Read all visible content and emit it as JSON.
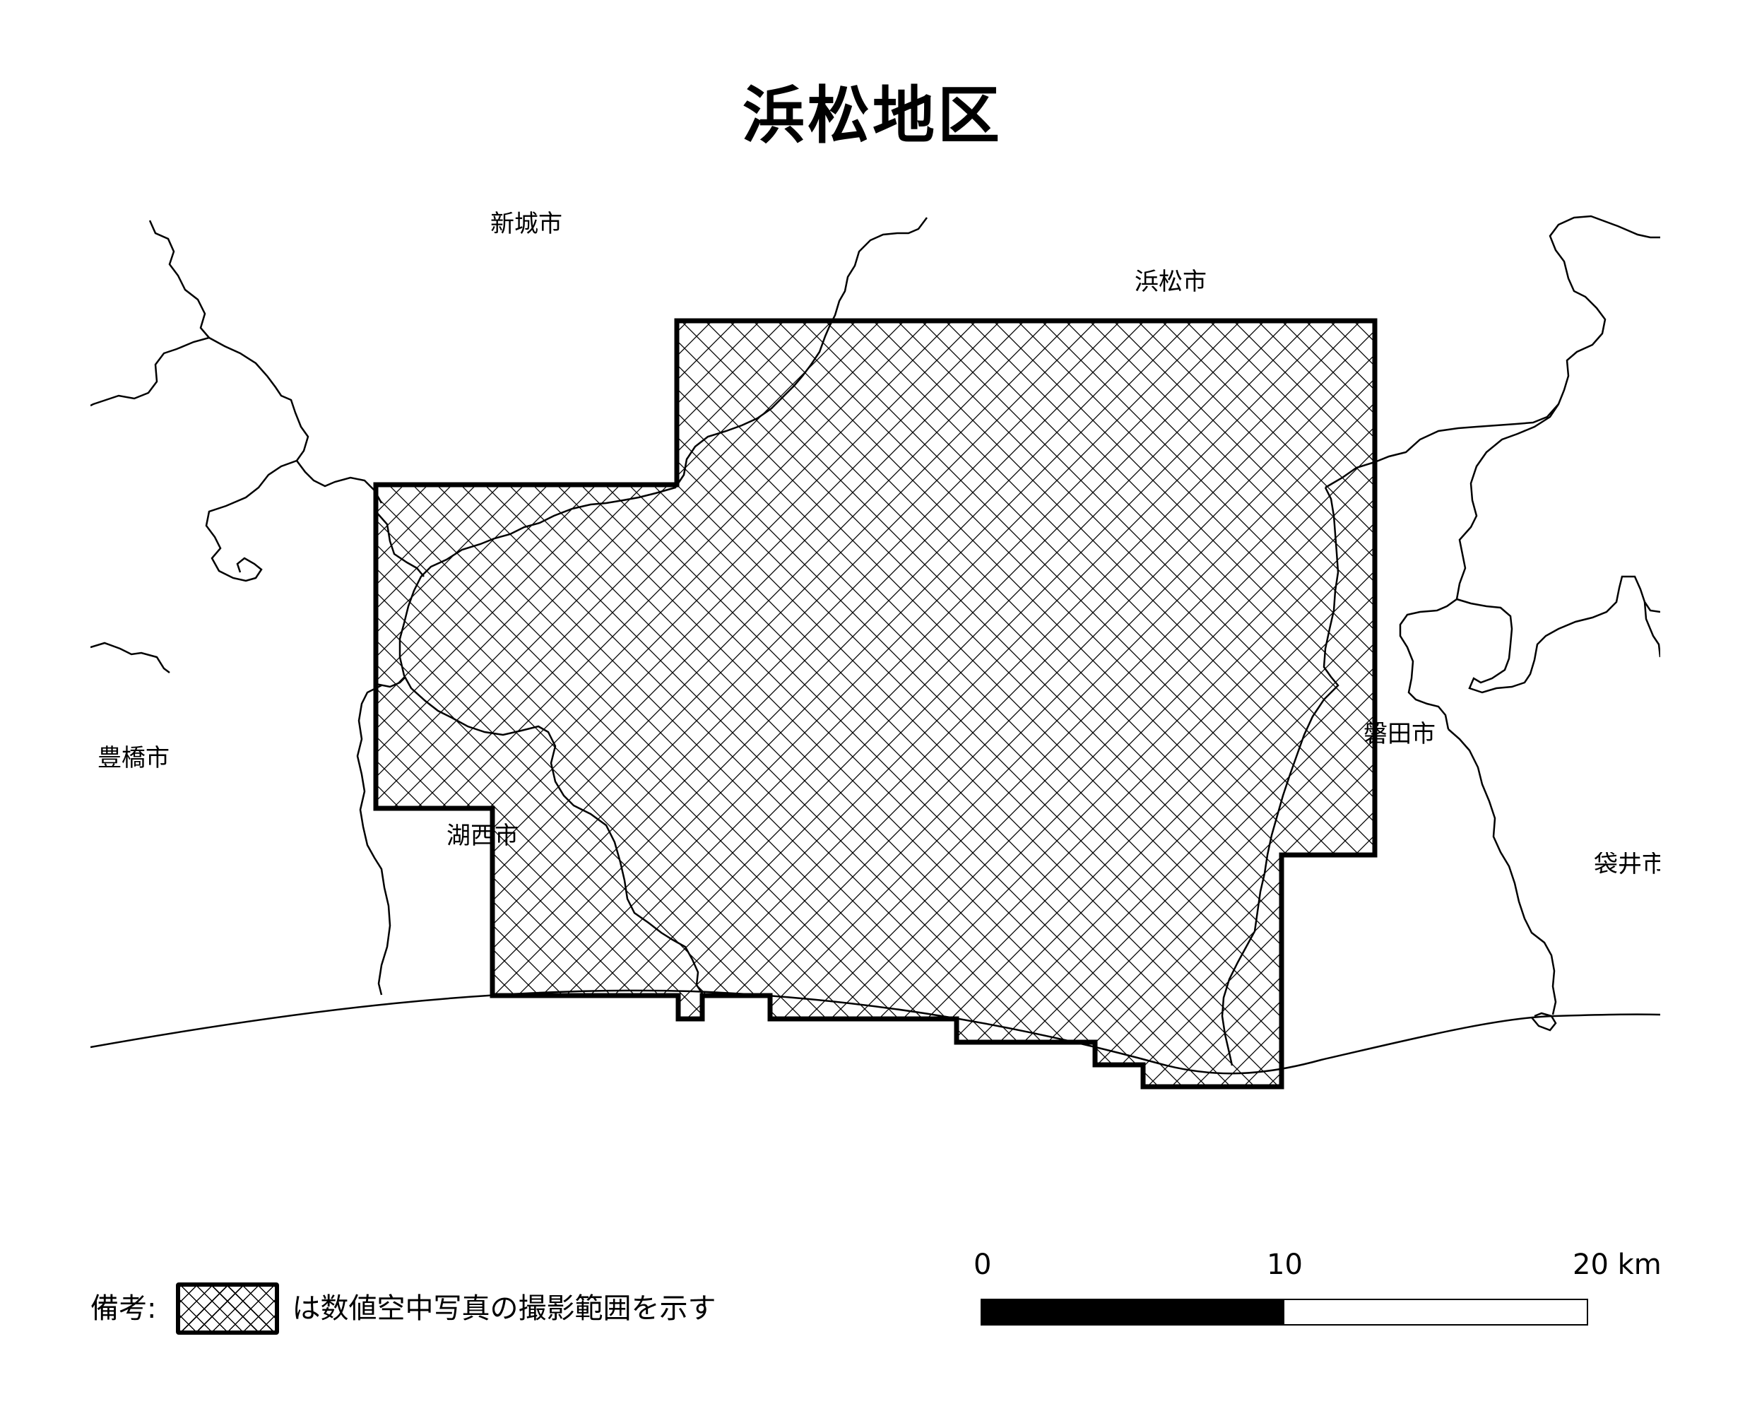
{
  "title": "浜松地区",
  "cities": [
    {
      "id": "shinshiro",
      "label": "新城市"
    },
    {
      "id": "hamamatsu",
      "label": "浜松市"
    },
    {
      "id": "toyohashi",
      "label": "豊橋市"
    },
    {
      "id": "kosai",
      "label": "湖西市"
    },
    {
      "id": "iwata",
      "label": "磐田市"
    },
    {
      "id": "fukuroi",
      "label": "袋井市"
    }
  ],
  "legend": {
    "prefix": "備考:",
    "text": "は数値空中写真の撮影範囲を示す"
  },
  "scale": {
    "labels": [
      "0",
      "10",
      "20 km"
    ],
    "max_km": 20,
    "segments": [
      {
        "from": 0,
        "to": 10,
        "fill": "black"
      },
      {
        "from": 10,
        "to": 20,
        "fill": "white"
      }
    ]
  },
  "colors": {
    "line": "#000000",
    "background": "#ffffff"
  }
}
